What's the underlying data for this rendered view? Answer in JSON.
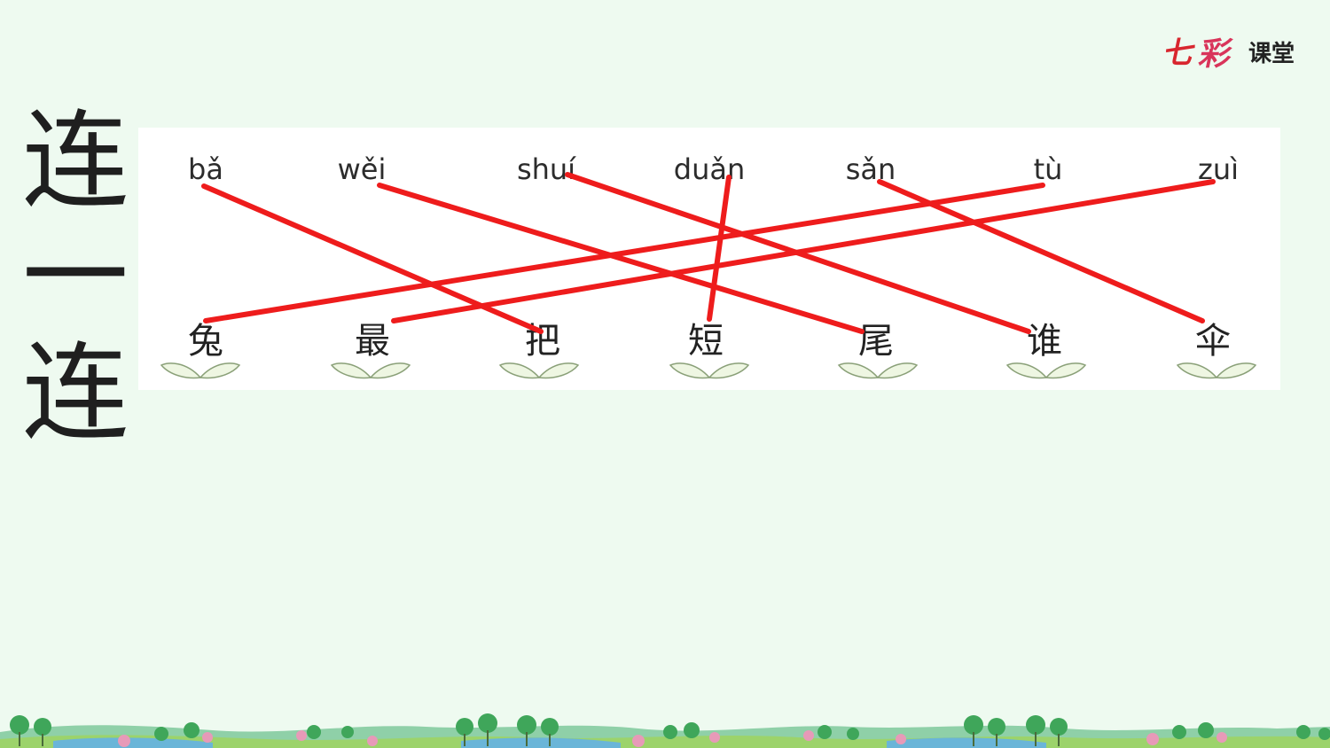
{
  "title": {
    "chars": [
      "连",
      "一",
      "连"
    ]
  },
  "logo": {
    "qi": "七",
    "cai": "彩",
    "ketang": "课堂"
  },
  "pinyin": [
    "bǎ",
    "wěi",
    "shuí",
    "duǎn",
    "sǎn",
    "tù",
    "zuì"
  ],
  "hanzi": [
    "兔",
    "最",
    "把",
    "短",
    "尾",
    "谁",
    "伞"
  ],
  "connections": [
    {
      "pinyin": "bǎ",
      "hanzi": "把"
    },
    {
      "pinyin": "wěi",
      "hanzi": "尾"
    },
    {
      "pinyin": "shuí",
      "hanzi": "谁"
    },
    {
      "pinyin": "duǎn",
      "hanzi": "短"
    },
    {
      "pinyin": "sǎn",
      "hanzi": "伞"
    },
    {
      "pinyin": "tù",
      "hanzi": "兔"
    },
    {
      "pinyin": "zuì",
      "hanzi": "最"
    }
  ],
  "colors": {
    "line": "#ee1c1c",
    "background": "#eefaf0",
    "panel": "#ffffff",
    "leaf_fill": "#eef6e2",
    "leaf_stroke": "#8aa078"
  }
}
